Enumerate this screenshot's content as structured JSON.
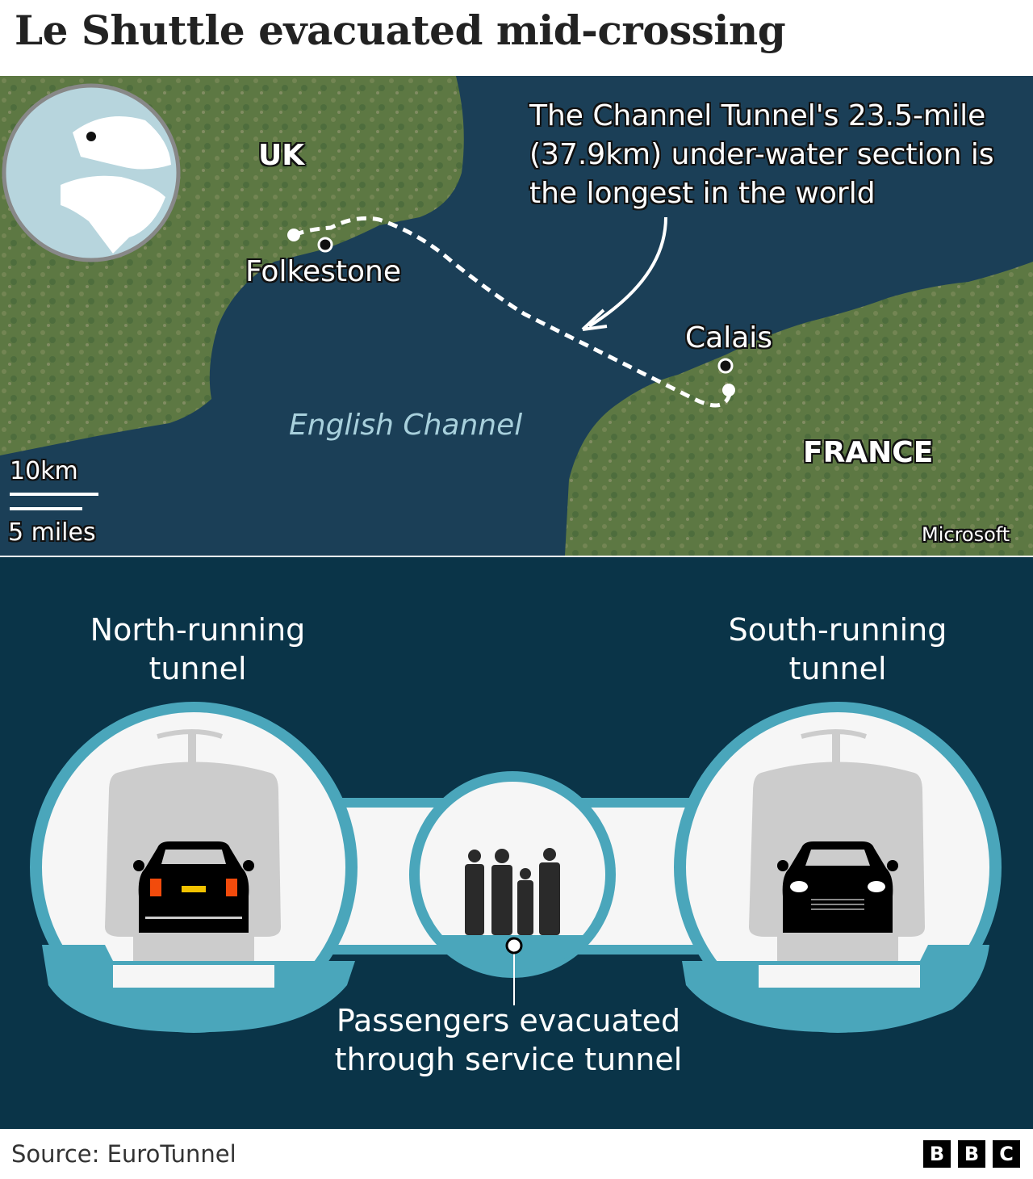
{
  "title": "Le Shuttle evacuated mid-crossing",
  "map": {
    "labels": {
      "uk": "UK",
      "france": "FRANCE",
      "folkestone": "Folkestone",
      "calais": "Calais",
      "sea": "English Channel"
    },
    "annotation": [
      "The Channel Tunnel's 23.5-mile",
      "(37.9km) under-water section is",
      "the longest in the world"
    ],
    "scale": {
      "km": "10km",
      "miles": "5 miles"
    },
    "credit": "Microsoft",
    "colors": {
      "land": "#5d7843",
      "sea": "#1b3f57",
      "route": "#ffffff"
    }
  },
  "diagram": {
    "north_label": [
      "North-running",
      "tunnel"
    ],
    "south_label": [
      "South-running",
      "tunnel"
    ],
    "service_label": [
      "Passengers evacuated",
      "through service tunnel"
    ],
    "colors": {
      "background": "#0a3448",
      "tunnel_ring": "#4aa6bb",
      "tunnel_inner": "#f6f6f6",
      "train": "#cccccc"
    }
  },
  "footer": {
    "source": "Source: EuroTunnel",
    "logo": [
      "B",
      "B",
      "C"
    ]
  }
}
